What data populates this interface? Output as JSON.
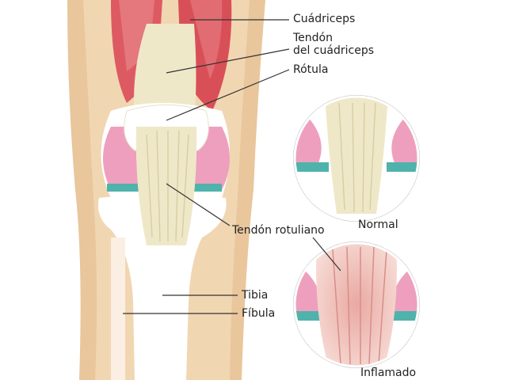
{
  "labels": {
    "quadriceps": "Cuádriceps",
    "quad_tendon_line1": "Tendón",
    "quad_tendon_line2": "del cuádriceps",
    "patella": "Rótula",
    "patellar_tendon": "Tendón rotuliano",
    "normal": "Normal",
    "tibia": "Tibia",
    "fibula": "Fíbula",
    "inflamed": "Inflamado"
  },
  "colors": {
    "skin": "#e9c69c",
    "muscle": "#dd5a62",
    "tendon": "#efe8c8",
    "cartilage": "#ee9fbe",
    "meniscus": "#4fb3ac",
    "bone": "#ffffff",
    "inflamed": "#eeb8b2"
  }
}
